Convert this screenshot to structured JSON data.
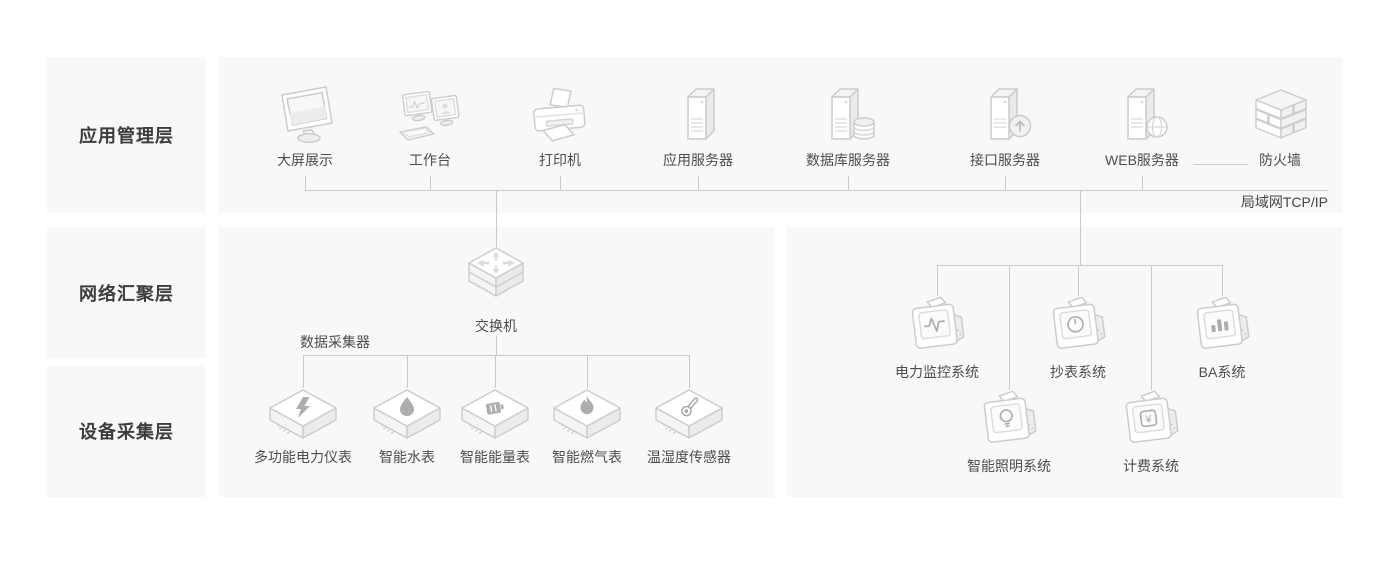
{
  "sidebar": {
    "layers": [
      {
        "label": "应用管理层"
      },
      {
        "label": "网络汇聚层"
      },
      {
        "label": "设备采集层"
      }
    ]
  },
  "app_layer": {
    "nodes": [
      {
        "label": "大屏展示",
        "icon": "monitor-icon"
      },
      {
        "label": "工作台",
        "icon": "workstation-icon"
      },
      {
        "label": "打印机",
        "icon": "printer-icon"
      },
      {
        "label": "应用服务器",
        "icon": "app-server-icon"
      },
      {
        "label": "数据库服务器",
        "icon": "database-server-icon"
      },
      {
        "label": "接口服务器",
        "icon": "interface-server-icon"
      },
      {
        "label": "WEB服务器",
        "icon": "web-server-icon"
      },
      {
        "label": "防火墙",
        "icon": "firewall-icon"
      }
    ],
    "network_label": "局域网TCP/IP"
  },
  "aggregation_layer": {
    "switch_label": "交换机",
    "collector_label": "数据采集器"
  },
  "device_layer": {
    "nodes": [
      {
        "label": "多功能电力仪表",
        "icon": "power-meter-icon"
      },
      {
        "label": "智能水表",
        "icon": "water-meter-icon"
      },
      {
        "label": "智能能量表",
        "icon": "energy-meter-icon"
      },
      {
        "label": "智能燃气表",
        "icon": "gas-meter-icon"
      },
      {
        "label": "温湿度传感器",
        "icon": "temp-humidity-sensor-icon"
      }
    ]
  },
  "systems_layer": {
    "row1": [
      {
        "label": "电力监控系统",
        "icon": "power-monitor-system-icon"
      },
      {
        "label": "抄表系统",
        "icon": "meter-reading-system-icon"
      },
      {
        "label": "BA系统",
        "icon": "ba-system-icon"
      }
    ],
    "row2": [
      {
        "label": "智能照明系统",
        "icon": "smart-lighting-system-icon"
      },
      {
        "label": "计费系统",
        "icon": "billing-system-icon"
      }
    ]
  },
  "colors": {
    "panel_bg": "#f8f8f8",
    "connector_line": "#c9c9c9",
    "label_text": "#4d4d4d",
    "heading_text": "#3d3d3d",
    "icon_stroke": "#cccccc",
    "icon_glyph": "#b0b0b0"
  }
}
